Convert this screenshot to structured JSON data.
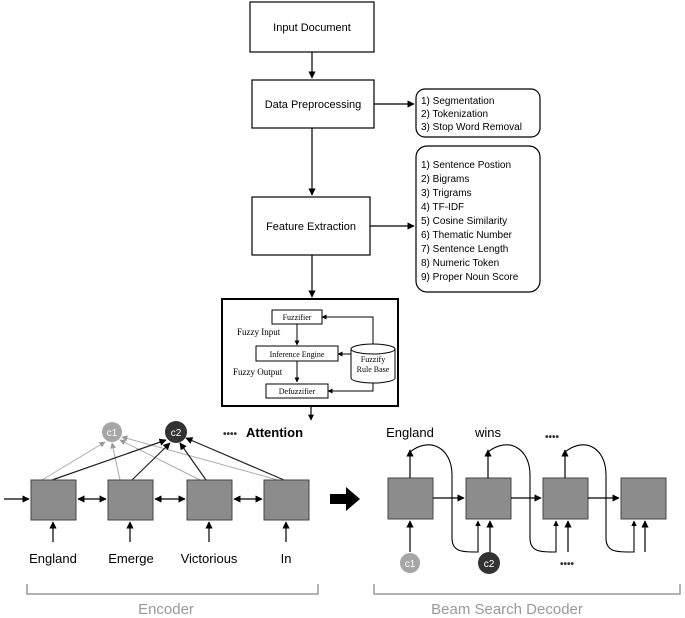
{
  "flow": {
    "input_document": "Input Document",
    "data_preprocessing": "Data Preprocessing",
    "feature_extraction": "Feature Extraction"
  },
  "preprocessing_steps": [
    "1) Segmentation",
    "2) Tokenization",
    "3) Stop Word Removal"
  ],
  "features": [
    "1) Sentence Postion",
    "2) Bigrams",
    "3) Trigrams",
    "4) TF-IDF",
    "5) Cosine Similarity",
    "6) Thematic Number",
    "7) Sentence Length",
    "8) Numeric Token",
    "9) Proper Noun Score"
  ],
  "fuzzy": {
    "fuzzifier": "Fuzzifier",
    "fuzzy_input": "Fuzzy Input",
    "inference_engine": "Inference Engine",
    "fuzzy_output": "Fuzzy Output",
    "defuzzifier": "Defuzzifier",
    "rule_base_line1": "Fuzzify",
    "rule_base_line2": "Rule Base"
  },
  "attention": {
    "label": "Attention",
    "c1": "c1",
    "c2": "c2",
    "ellipsis": "••••"
  },
  "encoder": {
    "label": "Encoder",
    "words": [
      "England",
      "Emerge",
      "Victorious",
      "In"
    ]
  },
  "decoder": {
    "label": "Beam Search Decoder",
    "outputs": [
      "England",
      "wins",
      "••••"
    ],
    "c1": "c1",
    "c2": "c2",
    "bottom_ellipsis": "••••"
  },
  "colors": {
    "box_fill": "#8c8c8c",
    "c1_fill": "#a6a6a6",
    "c2_fill": "#333333",
    "bracket": "#999999"
  }
}
